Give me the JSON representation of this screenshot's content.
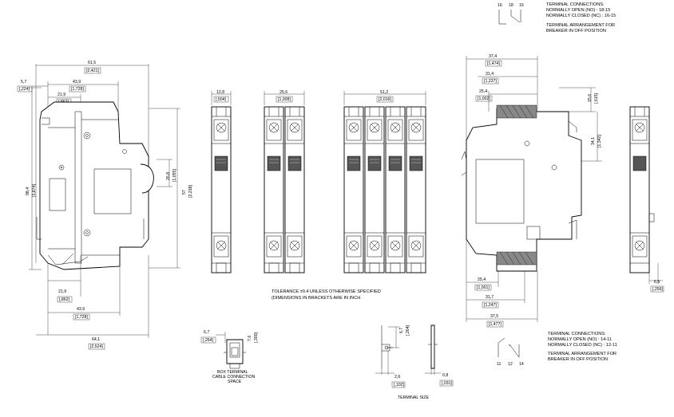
{
  "top_right_note": {
    "terminal_numbers": [
      "16",
      "18",
      "15"
    ],
    "line1": "TERMINAL CONNECTIONS:",
    "line2": "NORMALLY OPEN (NO)   : 18-15",
    "line3": "NORMALLY CLOSED (NC) : 16-15",
    "line4": "TERMINAL ARRANGEMENT FOR",
    "line5": "BREAKER IN OFF POSITION"
  },
  "bottom_right_note": {
    "terminal_numbers": [
      "11",
      "12",
      "14"
    ],
    "line1": "TERMINAL CONNECTIONS:",
    "line2": "NORMALLY OPEN (NO)   : 14-11",
    "line3": "NORMALLY CLOSED (NC) : 12-11",
    "line4": "TERMINAL ARRANGEMENT FOR",
    "line5": "BREAKER IN OFF POSITION"
  },
  "tolerance": {
    "line1": "TOLERANCE ±0.4 UNLESS OTHERWISE SPECIFIED",
    "line2": "(DIMENSIONS IN BRACKETS ARE IN INCH"
  },
  "box_terminal_caption": [
    "BOX TERMINAL",
    "CABLE CONNECTION",
    "SPACE"
  ],
  "terminal_size_caption": "TERMINAL SIZE",
  "dims": {
    "side_width": "61,5",
    "side_width_in": "[2,421]",
    "side_5_7": "5,7",
    "side_5_7_in": "[,224]",
    "side_43_9": "43,9",
    "side_43_9_in": "[1,728]",
    "side_21_9": "21,9",
    "side_21_9_in": "[,862]",
    "side_height": "98,4",
    "side_height_in": "[3,874]",
    "side_57": "57",
    "side_57_in": "[2,238]",
    "side_26_8": "26,8",
    "side_26_8_in": "[1,055]",
    "bot_21_9": "21,9",
    "bot_21_9_in": "[,862]",
    "bot_43_9": "43,9",
    "bot_43_9_in": "[1,728]",
    "bot_64_1": "64,1",
    "bot_64_1_in": "[2,524]",
    "p1": "12,8",
    "p1_in": "[,504]",
    "p2": "25,6",
    "p2_in": "[1,008]",
    "p4": "51,2",
    "p4_in": "[2,016]",
    "aux_37_4": "37,4",
    "aux_37_4_in": "[1,474]",
    "aux_31_4": "31,4",
    "aux_31_4_in": "[1,237]",
    "aux_25_4": "25,4",
    "aux_25_4_in": "[1,002]",
    "aux_15_6": "15,6",
    "aux_15_6_in": "[,615]",
    "aux_34_1": "34,1",
    "aux_34_1_in": "[1,342]",
    "auxb_25_4": "25,4",
    "auxb_25_4_in": "[1,001]",
    "auxb_31_7": "31,7",
    "auxb_31_7_in": "[1,247]",
    "auxb_37_5": "37,5",
    "auxb_37_5_in": "[1,477]",
    "aux_6_5": "6,5",
    "aux_6_5_in": "[,256]",
    "box_6_7": "6,7",
    "box_6_7_in": "[,264]",
    "box_7_6": "7,6",
    "box_7_6_in": "[,300]",
    "ts_6_7": "6,7",
    "ts_6_7_in": "[,264]",
    "ts_2_6": "2,6",
    "ts_2_6_in": "[,102]",
    "ts_0_8": "0,8",
    "ts_0_8_in": "[,031]"
  }
}
